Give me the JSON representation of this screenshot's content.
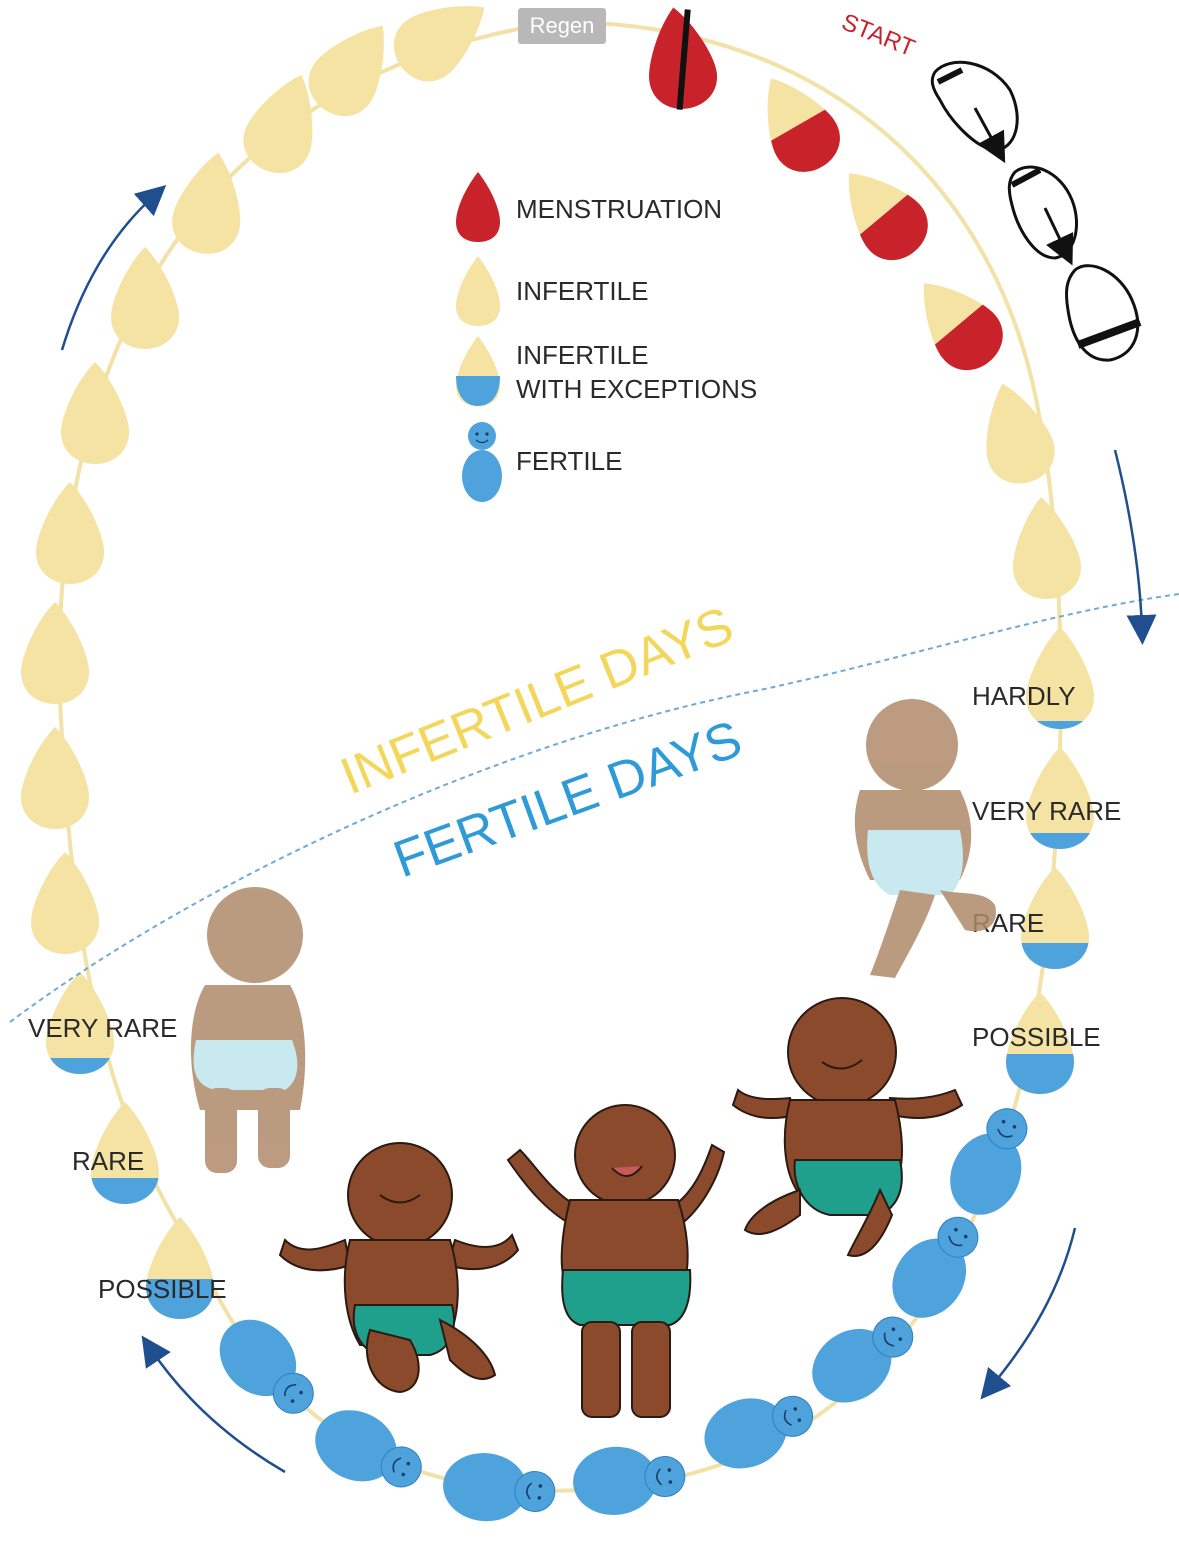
{
  "colors": {
    "menstruation": "#c8232b",
    "infertile": "#f5e3a3",
    "fertile": "#4fa3dc",
    "fertile_dark": "#2f7fc0",
    "arrow": "#1f4f8f",
    "divider": "#5b9bd5",
    "infertile_text": "#f3d65a",
    "fertile_text": "#2f9ad8",
    "start_text": "#c8232b",
    "skin": "#8b4a2b",
    "skin_light": "#b08a6a",
    "diaper": "#1fa08c",
    "diaper_light": "#bfe6ee"
  },
  "top_tag": "Regen",
  "start_label": "START",
  "legend": [
    {
      "key": "menstruation",
      "label": "MENSTRUATION"
    },
    {
      "key": "infertile",
      "label": "INFERTILE"
    },
    {
      "key": "infertile_exceptions",
      "label_line1": "INFERTILE",
      "label_line2": "WITH EXCEPTIONS"
    },
    {
      "key": "fertile",
      "label": "FERTILE"
    }
  ],
  "zone_labels": {
    "infertile": "INFERTILE DAYS",
    "fertile": "FERTILE DAYS"
  },
  "right_labels": [
    "HARDLY",
    "VERY RARE",
    "RARE",
    "POSSIBLE"
  ],
  "left_labels": [
    "VERY RARE",
    "RARE",
    "POSSIBLE"
  ],
  "icons": [
    "start-sequence-icon",
    "baby-walking-icon",
    "baby-crawling-icon",
    "baby-sitting-icon",
    "baby-standing-icon",
    "direction-arrow-icon"
  ]
}
